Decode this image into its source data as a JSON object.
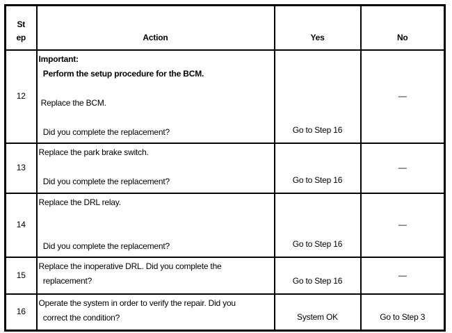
{
  "page": {
    "background_color": "#ffffff",
    "text_color": "#000000",
    "border_color": "#000000"
  },
  "table": {
    "headers": {
      "step": "St\nep",
      "action": "Action",
      "yes": "Yes",
      "no": "No"
    },
    "rows": [
      {
        "step": "12",
        "action_important": "Important:\n  Perform the setup procedure for the BCM.",
        "action_body": "\n Replace the BCM.\n\n  Did you complete the replacement?",
        "yes": "Go to Step 16",
        "no": "—"
      },
      {
        "step": "13",
        "action_body": "Replace the park brake switch.\n\n  Did you complete the replacement?",
        "yes": "Go to Step 16",
        "no": "—"
      },
      {
        "step": "14",
        "action_body": "Replace the DRL relay.\n\n\n  Did you complete the replacement?",
        "yes": "Go to Step 16",
        "no": "—"
      },
      {
        "step": "15",
        "action_body": "Replace the inoperative DRL. Did you complete the\n  replacement?",
        "yes": "Go to Step 16",
        "no": "—"
      },
      {
        "step": "16",
        "action_body": "Operate the system in order to verify the repair. Did you\n  correct the condition?",
        "yes": "System OK",
        "no": "Go to Step 3"
      }
    ]
  }
}
